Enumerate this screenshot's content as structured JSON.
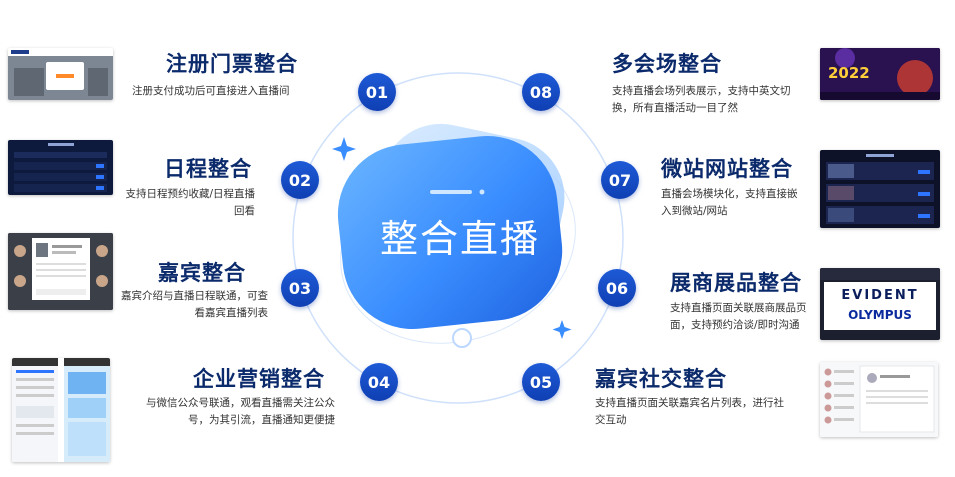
{
  "center": {
    "title": "整合直播"
  },
  "items": [
    {
      "num": "01",
      "title": "注册门票整合",
      "desc": "注册支付成功后可直接进入直播间"
    },
    {
      "num": "02",
      "title": "日程整合",
      "desc": "支持日程预约收藏/日程直播回看"
    },
    {
      "num": "03",
      "title": "嘉宾整合",
      "desc": "嘉宾介绍与直播日程联通，可查看嘉宾直播列表"
    },
    {
      "num": "04",
      "title": "企业营销整合",
      "desc": "与微信公众号联通，观看直播需关注公众号，为其引流，直播通知更便捷"
    },
    {
      "num": "05",
      "title": "嘉宾社交整合",
      "desc": "支持直播页面关联嘉宾名片列表，进行社交互动"
    },
    {
      "num": "06",
      "title": "展商展品整合",
      "desc": "支持直播页面关联展商展品页面，支持预约洽谈/即时沟通"
    },
    {
      "num": "07",
      "title": "微站网站整合",
      "desc": "直播会场模块化，支持直接嵌入到微站/网站"
    },
    {
      "num": "08",
      "title": "多会场整合",
      "desc": "支持直播会场列表展示，支持中英文切换，所有直播活动一目了然"
    }
  ],
  "thumbs": {
    "t08": {
      "year": "2022"
    },
    "t06": {
      "logo1": "EVIDENT",
      "logo2": "OLYMPUS"
    }
  },
  "colors": {
    "accent": "#1e5ad6",
    "title": "#0b2a6b",
    "blob": "#3a8dff"
  }
}
